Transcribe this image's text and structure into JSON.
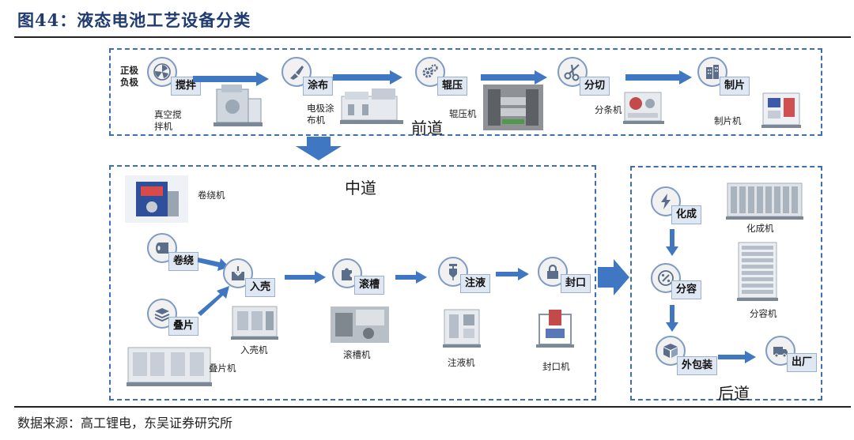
{
  "figure_title": "图44：液态电池工艺设备分类",
  "source_note": "数据来源：高工锂电，东吴证券研究所",
  "sections": {
    "front": "前道",
    "middle": "中道",
    "back": "后道"
  },
  "front": {
    "input_labels": [
      "正极",
      "负极"
    ],
    "steps": [
      {
        "label": "搅拌",
        "icon": "fan-icon",
        "machine_lines": [
          "真空搅",
          "拌机"
        ]
      },
      {
        "label": "涂布",
        "icon": "brush-icon",
        "machine_lines": [
          "电极涂",
          "布机"
        ]
      },
      {
        "label": "辊压",
        "icon": "gears-icon",
        "machine_lines": [
          "辊压机"
        ]
      },
      {
        "label": "分切",
        "icon": "scissors-icon",
        "machine_lines": [
          "分条机"
        ]
      },
      {
        "label": "制片",
        "icon": "building-icon",
        "machine_lines": [
          "制片机"
        ]
      }
    ]
  },
  "middle": {
    "winding_machine": "卷绕机",
    "steps": [
      {
        "label": "卷绕",
        "icon": "roll-icon"
      },
      {
        "label": "叠片",
        "icon": "stack-icon",
        "machine": "叠片机"
      },
      {
        "label": "入壳",
        "icon": "box-in-icon",
        "machine": "入壳机"
      },
      {
        "label": "滚槽",
        "icon": "puzzle-icon",
        "machine": "滚槽机"
      },
      {
        "label": "注液",
        "icon": "syringe-icon",
        "machine": "注液机"
      },
      {
        "label": "封口",
        "icon": "lock-icon",
        "machine": "封口机"
      }
    ]
  },
  "back": {
    "steps": [
      {
        "label": "化成",
        "icon": "lightning-icon",
        "machine": "化成机"
      },
      {
        "label": "分容",
        "icon": "percent-icon",
        "machine": "分容机"
      },
      {
        "label": "外包装",
        "icon": "package-icon"
      },
      {
        "label": "出厂",
        "icon": "truck-icon"
      }
    ]
  },
  "colors": {
    "title": "#1f3b72",
    "dashed_border": "#3e6fb0",
    "arrow": "#3f77c2",
    "tag_bg": "#dfe7f2",
    "icon_ring": "#7d9bc4"
  }
}
